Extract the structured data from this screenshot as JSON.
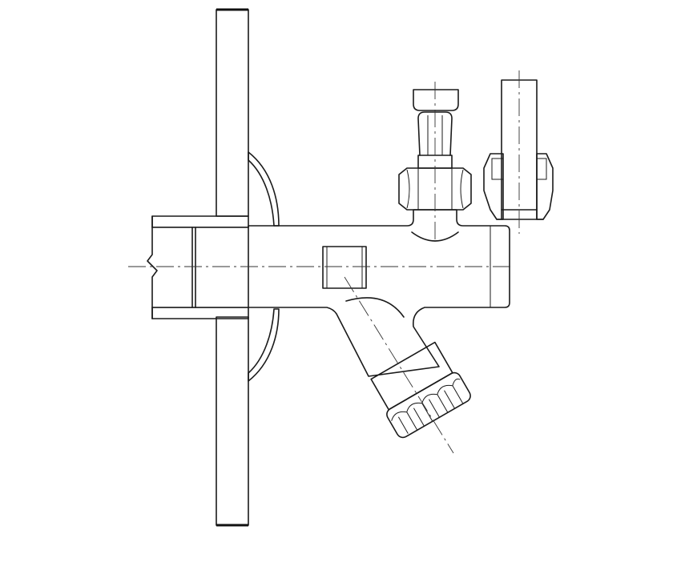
{
  "drawing": {
    "parts": [
      "brick-wall",
      "wall-sleeve",
      "valve-body",
      "inlet-pipe",
      "rosette",
      "hex-nut-connection",
      "compression-fitting",
      "handwheel-knob"
    ],
    "colors": {
      "line": "#1a1a1a",
      "background": "#ffffff"
    }
  }
}
